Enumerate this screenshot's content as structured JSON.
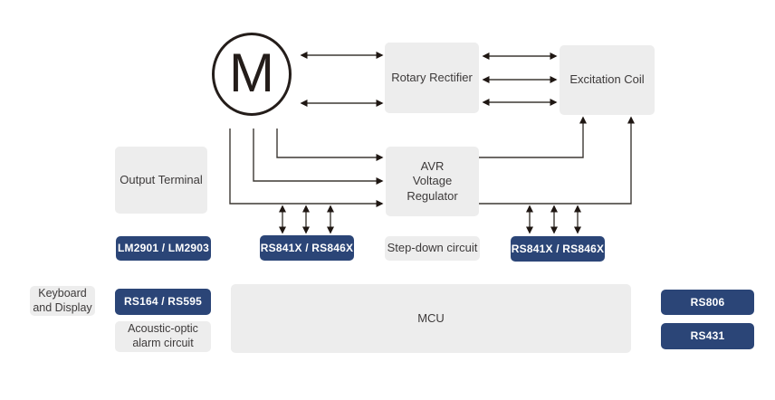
{
  "title": "Generator excitation control block diagram",
  "colors": {
    "canvas_bg": "#ffffff",
    "block_bg": "#ededed",
    "block_text": "#3d3a3a",
    "chip_bg": "#2b4577",
    "chip_text": "#ffffff",
    "line": "#3d3833",
    "line_dark": "#241d1a"
  },
  "nodes": {
    "motor": "M",
    "rotary_rectifier": "Rotary Rectifier",
    "excitation_coil": "Excitation Coil",
    "output_terminal": "Output Terminal",
    "avr_line1": "AVR",
    "avr_line2": "Voltage Regulator",
    "lm_chip": "LM2901 / LM2903",
    "rs841_left_chip": "RS841X / RS846X",
    "step_down": "Step-down circuit",
    "rs841_right_chip": "RS841X / RS846X",
    "keyboard_line1": "Keyboard",
    "keyboard_line2": "and Display",
    "rs164_chip": "RS164 / RS595",
    "acoustic_line1": "Acoustic-optic",
    "acoustic_line2": "alarm circuit",
    "mcu": "MCU",
    "rs806_chip": "RS806",
    "rs431_chip": "RS431"
  }
}
